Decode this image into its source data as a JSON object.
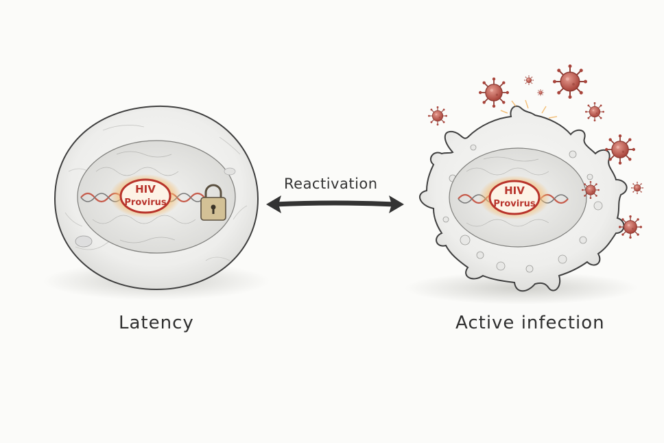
{
  "diagram": {
    "left_cell": {
      "caption": "Latency",
      "provirus_line1": "HIV",
      "provirus_line2": "Provirus",
      "lock_icon": "padlock-icon"
    },
    "right_cell": {
      "caption": "Active infection",
      "provirus_line1": "HIV",
      "provirus_line2": "Provirus",
      "virion_icon": "virus-particle-icon"
    },
    "arrow": {
      "label": "Reactivation",
      "direction": "bidirectional"
    },
    "colors": {
      "outline": "#444444",
      "provirus_red": "#b8332b",
      "glow": "#f2b25c",
      "virion": "#c9574c",
      "lock": "#c9b48a",
      "arrow": "#333333"
    }
  }
}
